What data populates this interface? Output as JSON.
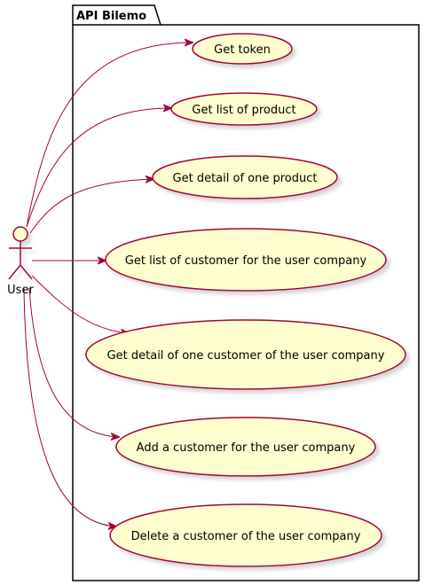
{
  "package": {
    "title": "API Bilemo"
  },
  "actor": {
    "label": "User"
  },
  "usecases": [
    {
      "label": "Get token"
    },
    {
      "label": "Get list of product"
    },
    {
      "label": "Get detail of one product"
    },
    {
      "label": "Get list of customer for the user company"
    },
    {
      "label": "Get detail of one customer of the user company"
    },
    {
      "label": "Add a customer for the user company"
    },
    {
      "label": "Delete a customer of the user company"
    }
  ],
  "colors": {
    "usecase_fill": "#FEFECE",
    "stroke": "#A80036",
    "package_stroke": "#000000",
    "shadow": "#B5B5B5"
  }
}
